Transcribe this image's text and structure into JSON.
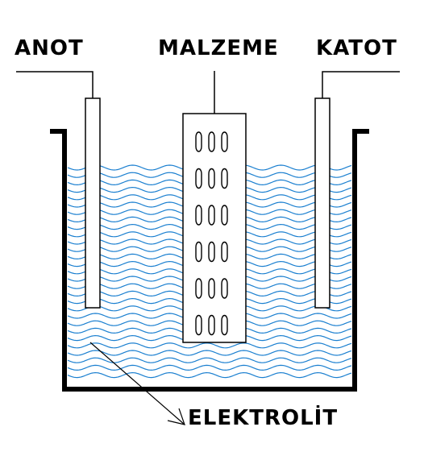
{
  "labels": {
    "anode": "ANOT",
    "material": "MALZEME",
    "cathode": "KATOT",
    "electrolyte": "ELEKTROLİT"
  },
  "colors": {
    "liquid": "#1a7fd0",
    "line": "#000000",
    "background": "#ffffff"
  },
  "material_holes": {
    "rows": 6,
    "columns": 3
  }
}
